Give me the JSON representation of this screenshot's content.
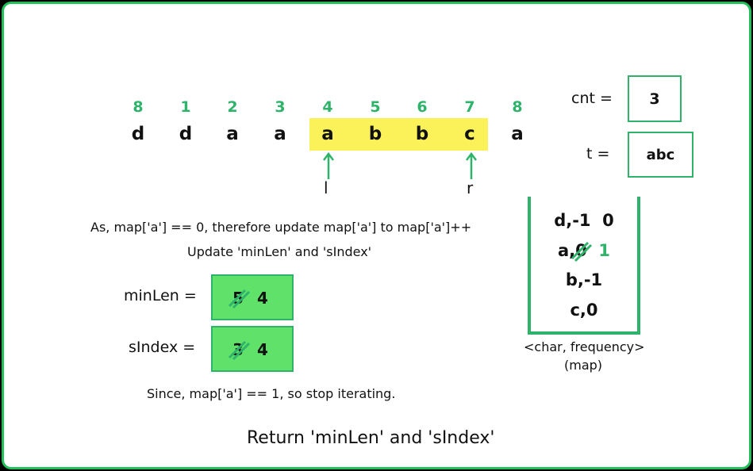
{
  "indices": [
    "8",
    "1",
    "2",
    "3",
    "4",
    "5",
    "6",
    "7",
    "8"
  ],
  "chars": [
    "d",
    "d",
    "a",
    "a",
    "a",
    "b",
    "b",
    "c",
    "a"
  ],
  "pointers": {
    "l": "l",
    "r": "r"
  },
  "cnt": {
    "label": "cnt =",
    "value": "3"
  },
  "t": {
    "label": "t =",
    "value": "abc"
  },
  "map": {
    "rows": [
      {
        "key": "d,",
        "old": "-1",
        "new": "0"
      },
      {
        "key": "a,",
        "old": "0",
        "new": "1"
      },
      {
        "key": "b,",
        "old": "-1"
      },
      {
        "key": "c,",
        "old": "0"
      }
    ],
    "caption": "<char, frequency>",
    "subcaption": "(map)"
  },
  "explanation": {
    "line1": "As, map['a'] == 0, therefore update map['a'] to map['a']++",
    "line2": "Update 'minLen' and 'sIndex'",
    "stop": "Since, map['a'] == 1, so stop iterating.",
    "result": "Return 'minLen' and 'sIndex'"
  },
  "minLen": {
    "label": "minLen =",
    "old": "5",
    "new": "4"
  },
  "sIndex": {
    "label": "sIndex =",
    "old": "3",
    "new": "4"
  },
  "colors": {
    "accent": "#2fb36b",
    "highlight": "#fbf25a",
    "box_fill": "#60e26a",
    "frame": "#22c05a"
  }
}
